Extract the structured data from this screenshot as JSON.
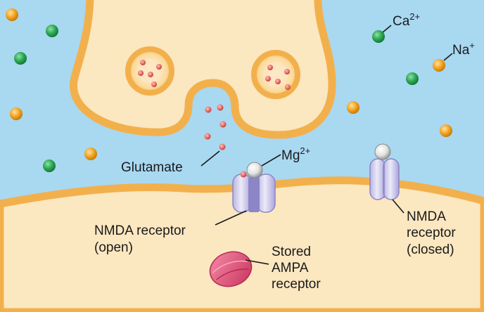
{
  "labels": {
    "ca": "Ca",
    "ca_charge": "2+",
    "na": "Na",
    "na_charge": "+",
    "mg": "Mg",
    "mg_charge": "2+",
    "glutamate": "Glutamate",
    "nmda_open_line1": "NMDA receptor",
    "nmda_open_line2": "(open)",
    "nmda_closed_line1": "NMDA",
    "nmda_closed_line2": "receptor",
    "nmda_closed_line3": "(closed)",
    "ampa_line1": "Stored",
    "ampa_line2": "AMPA",
    "ampa_line3": "receptor"
  },
  "colors": {
    "extracellular": "#a9d8f1",
    "cytoplasm": "#fbe7c0",
    "membrane": "#f2b04c",
    "calcium_ion": "#2faa55",
    "sodium_ion": "#f5a623",
    "glutamate": "#e9706a",
    "magnesium_ion": "#e6e6e6",
    "receptor": "#c9c6ea",
    "receptor_channel": "#8c85c7",
    "ampa_receptor": "#e2547a"
  }
}
